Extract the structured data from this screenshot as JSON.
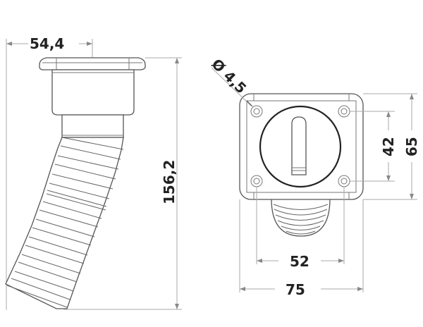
{
  "drawing": {
    "side_view": {
      "width_label": "54,4",
      "height_label": "156,2"
    },
    "top_view": {
      "hole_diameter_label": "Ø 4,5",
      "hole_spacing_vertical_label": "42",
      "flange_height_label": "65",
      "hole_spacing_horizontal_label": "52",
      "flange_width_label": "75"
    },
    "colors": {
      "background": "#ffffff",
      "outline": "#555555",
      "dimension_line": "#aaaaaa",
      "text": "#222222"
    }
  }
}
